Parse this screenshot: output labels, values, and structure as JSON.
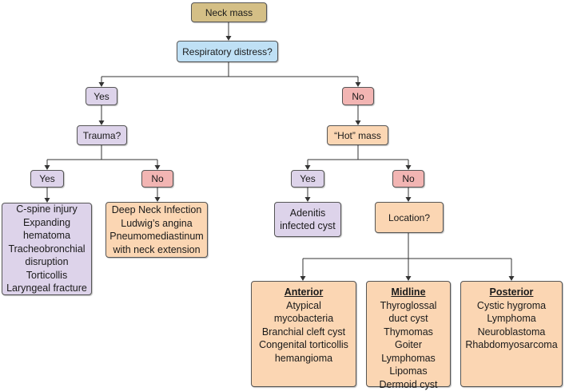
{
  "colors": {
    "root": "#d4bf86",
    "question": "#bfe0f5",
    "yes": "#ddd3ea",
    "no": "#f2b5b3",
    "outcome": "#fbd6b3",
    "line": "#333333"
  },
  "nodes": {
    "root": "Neck mass",
    "respiratory": "Respiratory distress?",
    "yes_left": "Yes",
    "no_right": "No",
    "trauma": "Trauma?",
    "hot_mass": "“Hot” mass",
    "trauma_yes": "Yes",
    "trauma_no": "No",
    "hot_yes": "Yes",
    "hot_no": "No",
    "trauma_yes_list": [
      "C-spine injury",
      "Expanding",
      "hematoma",
      "Tracheobronchial",
      "disruption",
      "Torticollis",
      "Laryngeal fracture"
    ],
    "trauma_no_list": [
      "Deep Neck Infection",
      "Ludwig’s angina",
      "Pneumomediastinum",
      "with neck extension"
    ],
    "hot_yes_list": [
      "Adenitis",
      "infected cyst"
    ],
    "location": "Location?",
    "anterior": {
      "title": "Anterior",
      "items": [
        "Atypical",
        "mycobacteria",
        "Branchial cleft cyst",
        "Congenital torticollis",
        "hemangioma"
      ]
    },
    "midline": {
      "title": "Midline",
      "items": [
        "Thyroglossal",
        "duct cyst",
        "Thymomas",
        "Goiter",
        "Lymphomas",
        "Lipomas",
        "Dermoid cyst"
      ]
    },
    "posterior": {
      "title": "Posterior",
      "items": [
        "Cystic hygroma",
        "Lymphoma",
        "Neuroblastoma",
        "Rhabdomyosarcoma"
      ]
    }
  }
}
